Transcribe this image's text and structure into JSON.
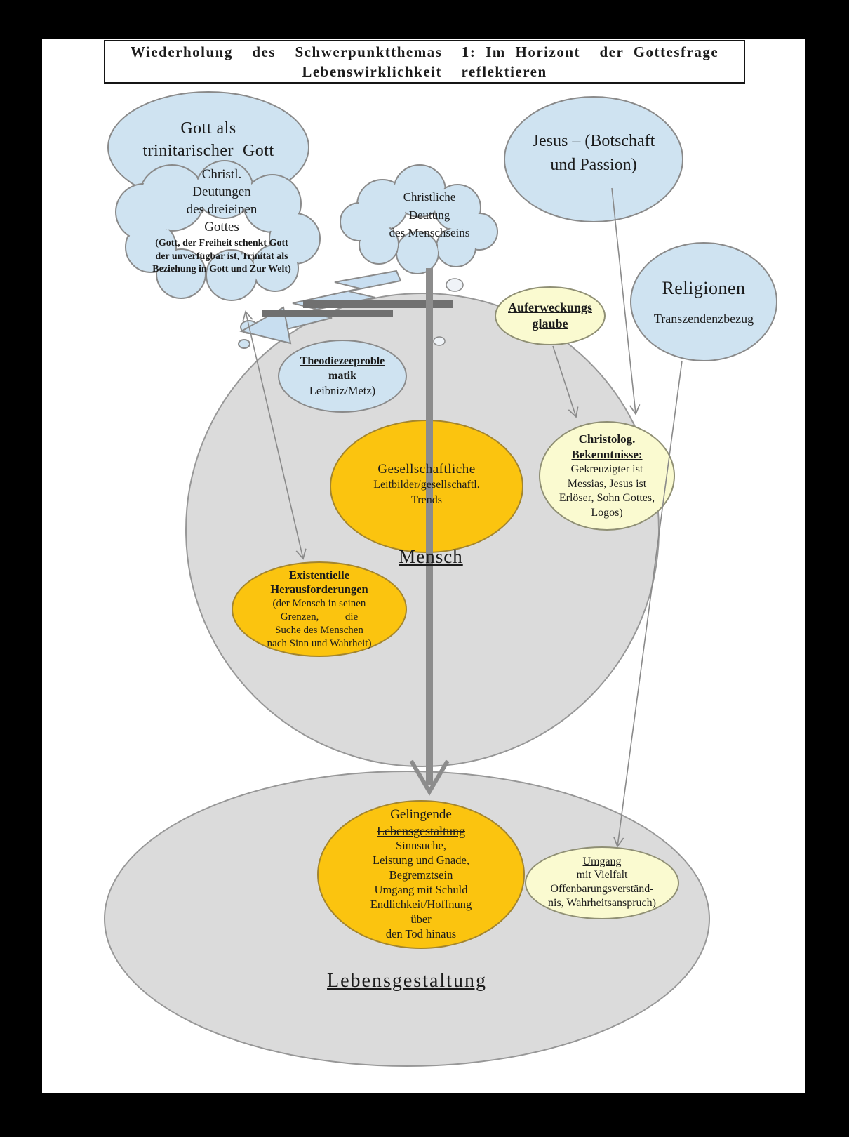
{
  "page": {
    "title_line1": "Wiederholung  des  Schwerpunktthemas  1: Im Horizont  der Gottesfrage",
    "title_line2": "Lebenswirklichkeit  reflektieren"
  },
  "nodes": {
    "gott": {
      "label": "Gott als\ntrinitarischer  Gott"
    },
    "cloud_trinitaet": {
      "main": "Christl.\nDeutungen\ndes dreieinen\nGottes",
      "detail": "(Gott, der Freiheit schenkt Gott\nder unverfügbar ist, Trinität als\nBeziehung in Gott und Zur Welt)"
    },
    "cloud_menschsein": {
      "label": "Christliche\nDeutung\ndes Menschseins"
    },
    "jesus": {
      "label": "Jesus – (Botschaft\nund Passion)"
    },
    "religionen": {
      "title": "Religionen",
      "subtitle": "Transzendenzbezug"
    },
    "auferweckungsglaube": {
      "label": "Auferweckungs\nglaube"
    },
    "theodizee": {
      "heading": "Theodiezeeproble\nmatik",
      "detail": "Leibniz/Metz)"
    },
    "gesellschaftliche_leitbilder": {
      "title": "Gesellschaftliche",
      "body": "Leitbilder/gesellschaftl.\nTrends"
    },
    "mensch_label": "Mensch",
    "christologische_bekenntnisse": {
      "heading": "Christolog.\nBekenntnisse:",
      "body": "Gekreuzigter ist\nMessias, Jesus ist\nErlöser, Sohn Gottes,\nLogos)"
    },
    "existentielle_herausforderungen": {
      "heading": "Existentielle\nHerausforderungen",
      "body": "(der Mensch in seinen\nGrenzen,          die\nSuche des Menschen\nnach Sinn und Wahrheit)"
    },
    "gelingende_lebensgestaltung": {
      "line1": "Gelingende",
      "line2": "Lebensgestaltung",
      "body": "Sinnsuche,\nLeistung und Gnade,\nBegremztsein\nUmgang mit Schuld\nEndlichkeit/Hoffnung\nüber\nden Tod hinaus"
    },
    "umgang_mit_vielfalt": {
      "line1": "Umgang",
      "line2": "mit Vielfalt",
      "body": "Offenbarungsverständ-\nnis, Wahrheitsanspruch)"
    },
    "lebensgestaltung_label": "Lebensgestaltung"
  },
  "colors": {
    "node_blue": "#CFE3F1",
    "node_pale_yellow": "#FAFAD0",
    "node_orange": "#FBC40F",
    "area_gray": "#DBDBDB",
    "connector_gray": "#8a8a8a",
    "text": "#1b1b1b"
  }
}
